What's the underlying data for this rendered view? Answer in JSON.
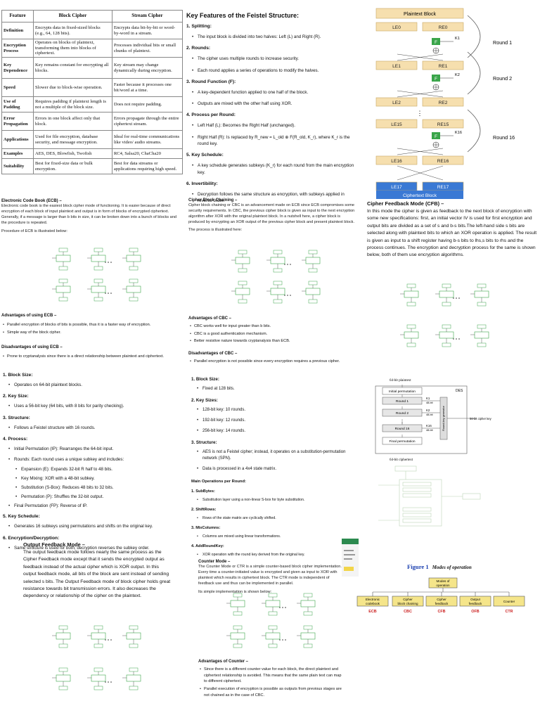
{
  "table": {
    "headers": [
      "Feature",
      "Block Cipher",
      "Stream Cipher"
    ],
    "rows": [
      [
        "Definition",
        "Encrypts data in fixed-sized blocks (e.g., 64, 128 bits).",
        "Encrypts data bit-by-bit or word-by-word in a stream."
      ],
      [
        "Encryption Process",
        "Operates on blocks of plaintext, transforming them into blocks of ciphertext.",
        "Processes individual bits or small chunks of plaintext."
      ],
      [
        "Key Dependence",
        "Key remains constant for encrypting all blocks.",
        "Key stream may change dynamically during encryption."
      ],
      [
        "Speed",
        "Slower due to block-wise operation.",
        "Faster because it processes one bit/word at a time."
      ],
      [
        "Use of Padding",
        "Requires padding if plaintext length is not a multiple of the block size.",
        "Does not require padding."
      ],
      [
        "Error Propagation",
        "Errors in one block affect only that block.",
        "Errors propagate through the entire ciphertext stream."
      ],
      [
        "Applications",
        "Used for file encryption, database security, and message encryption.",
        "Ideal for real-time communications like video/ audio streams."
      ],
      [
        "Examples",
        "AES, DES, Blowfish, Twofish",
        "RC4, Salsa20, ChaCha20"
      ],
      [
        "Suitability",
        "Best for fixed-size data or bulk encryption.",
        "Best for data streams or applications requiring high speed."
      ]
    ]
  },
  "feistel": {
    "title": "Key Features of the Feistel Structure:",
    "items": [
      {
        "label": "1.  Splitting:",
        "bullets": [
          "The input block is divided into two halves: Left (L) and Right (R)."
        ]
      },
      {
        "label": "2.  Rounds:",
        "bullets": [
          "The cipher uses multiple rounds to increase security.",
          "Each round applies a series of operations to modify the halves."
        ]
      },
      {
        "label": "3.  Round Function (F):",
        "bullets": [
          "A key-dependent function applied to one half of the block.",
          "Outputs are mixed with the other half using XOR."
        ]
      },
      {
        "label": "4.  Process per Round:",
        "bullets": [
          "Left Half (L): Becomes the Right Half (unchanged).",
          "Right Half (R): Is replaced by R_new = L_old ⊕ F(R_old, K_r), where K_r is the round key."
        ]
      },
      {
        "label": "5.  Key Schedule:",
        "bullets": [
          "A key schedule generates subkeys (K_r) for each round from the main encryption key."
        ]
      },
      {
        "label": "6.  Invertibility:",
        "bullets": [
          "Decryption follows the same structure as encryption, with subkeys applied in reverse order."
        ]
      }
    ]
  },
  "feistel_diagram": {
    "top": "Plaintext Block",
    "bottom": "Ciphertext Block",
    "f": "F",
    "rows": [
      [
        "LE0",
        "RE0"
      ],
      [
        "LE1",
        "RE1"
      ],
      [
        "LE2",
        "RE2"
      ],
      [
        "LE15",
        "RE15"
      ],
      [
        "LE16",
        "RE16"
      ],
      [
        "LE17",
        "RE17"
      ]
    ],
    "keys": [
      "K1",
      "K2",
      "K16"
    ],
    "rounds": [
      "Round 1",
      "Round 2",
      "Round 16"
    ],
    "dots": "⋮"
  },
  "ecb": {
    "title": "Electronic Code Book (ECB) –",
    "text": "Electronic code book is the easiest block cipher mode of functioning. It is easier because of direct encryption of each block of input plaintext and output is in form of blocks of encrypted ciphertext. Generally, if a message is larger than b bits in size, it can be broken down into a bunch of blocks and the procedure is repeated.",
    "procedure": "Procedure of ECB is illustrated below:",
    "adv_title": "Advantages of using ECB –",
    "adv": [
      "Parallel encryption of blocks of bits is possible, thus it is a faster way of encryption.",
      "Simple way of the block cipher."
    ],
    "dis_title": "Disadvantages of using ECB –",
    "dis": [
      "Prone to cryptanalysis since there is a direct relationship between plaintext and ciphertext."
    ]
  },
  "des": {
    "items": [
      {
        "label": "1.  Block Size:",
        "bullets": [
          "Operates on 64-bit plaintext blocks."
        ]
      },
      {
        "label": "2.  Key Size:",
        "bullets": [
          "Uses a 56-bit key (64 bits, with 8 bits for parity checking)."
        ]
      },
      {
        "label": "3.  Structure:",
        "bullets": [
          "Follows a Feistel structure with 16 rounds."
        ]
      },
      {
        "label": "4.  Process:",
        "bullets": [
          "Initial Permutation (IP): Rearranges the 64-bit input.",
          "Rounds: Each round uses a unique subkey and includes:"
        ],
        "sub": [
          "Expansion (E): Expands 32-bit R half to 48 bits.",
          "Key Mixing: XOR with a 48-bit subkey.",
          "Substitution (S-Box): Reduces 48 bits to 32 bits.",
          "Permutation (P): Shuffles the 32-bit output."
        ],
        "after": [
          "Final Permutation (FP): Reverse of IP."
        ]
      },
      {
        "label": "5.  Key Schedule:",
        "bullets": [
          "Generates 16 subkeys using permutations and shifts on the original key."
        ]
      },
      {
        "label": "6.  Encryption/Decryption:",
        "bullets": [
          "Same structure is used for both; decryption reverses the subkey order."
        ]
      }
    ]
  },
  "ofb": {
    "title": "Output Feedback Mode –",
    "text": "The output feedback mode follows nearly the same process as the Cipher Feedback mode except that it sends the encrypted output as feedback instead of the actual cipher which is XOR output. In this output feedback mode, all bits of the block are sent instead of sending selected s bits. The Output Feedback mode of block cipher holds great resistance towards bit transmission errors. It also decreases the dependency or relationship of the cipher on the plaintext."
  },
  "cbc": {
    "title": "Cipher Block Chaining –",
    "text": "Cipher block chaining or CBC is an advancement made on ECB since ECB compromises some security requirements. In CBC, the previous cipher block is given as input to the next encryption algorithm after XOR with the original plaintext block. In a nutshell here, a cipher block is produced by encrypting an XOR output of the previous cipher block and present plaintext block.",
    "procedure": "The process is illustrated here:",
    "adv_title": "Advantages of CBC –",
    "adv": [
      "CBC works well for input greater than b bits.",
      "CBC is a good authentication mechanism.",
      "Better resistive nature towards cryptanalysis than ECB."
    ],
    "dis_title": "Disadvantages of CBC –",
    "dis": [
      "Parallel encryption is not possible since every encryption requires a previous cipher."
    ]
  },
  "aes": {
    "items": [
      {
        "label": "1.  Block Size:",
        "bullets": [
          "Fixed at 128 bits."
        ]
      },
      {
        "label": "2.  Key Sizes:",
        "bullets": [
          "128-bit key: 10 rounds.",
          "192-bit key: 12 rounds.",
          "256-bit key: 14 rounds."
        ]
      },
      {
        "label": "3.  Structure:",
        "bullets": [
          "AES is not a Feistel cipher; instead, it operates on a substitution-permutation network (SPN).",
          "Data is processed in a 4x4 state matrix."
        ]
      }
    ],
    "ops_title": "Main Operations per Round:",
    "ops": [
      {
        "label": "1.  SubBytes:",
        "bullet": "Substitution layer using a non-linear S-box for byte substitution."
      },
      {
        "label": "2.  ShiftRows:",
        "bullet": "Rows of the state matrix are cyclically shifted."
      },
      {
        "label": "3.  MixColumns:",
        "bullet": "Columns are mixed using linear transformations."
      },
      {
        "label": "4.  AddRoundKey:",
        "bullet": "XOR operation with the round key derived from the original key."
      }
    ]
  },
  "ctr": {
    "title": "Counter Mode –",
    "text": "The Counter Mode or CTR is a simple counter-based block cipher implementation. Every time a counter-initiated value is encrypted and given as input to XOR with plaintext which results in ciphertext block. The CTR mode is independent of feedback use and thus can be implemented in parallel.",
    "procedure": "Its simple implementation is shown below:",
    "adv_title": "Advantages of Counter –",
    "adv": [
      "Since there is a different counter value for each block, the direct plaintext and ciphertext relationship is avoided. This means that the same plain text can map to different ciphertext.",
      "Parallel execution of encryption is possible as outputs from previous stages are not chained as in the case of CBC."
    ]
  },
  "cfb": {
    "title": "Cipher Feedback Mode (CFB) –",
    "text": "In this mode the cipher is given as feedback to the next block of encryption with some new specifications: first, an initial vector IV is used for first encryption and output bits are divided as a set of s and b-s bits.The left-hand side s bits are selected along with plaintext bits to which an XOR operation is applied. The result is given as input to a shift register having b-s bits to lhs,s bits to rhs and the process continues. The encryption and decryption process for the same is shown below, both of them use encryption algorithms."
  },
  "des_diagram": {
    "input": "64-bit plaintext",
    "label": "DES",
    "blocks": [
      "Initial permutation",
      "Round 1",
      "Round 2",
      "Round 16",
      "Final permutation"
    ],
    "keys": [
      "K1",
      "K2",
      "K16"
    ],
    "bits": "48-bit",
    "side": "Round-key generator",
    "cipher_key": "56-bit cipher key",
    "output": "64-bit ciphertext",
    "dots": "⋮"
  },
  "modes_figure": {
    "caption_num": "Figure 1",
    "caption_text": "Modes of operation",
    "root": "Modes of operation",
    "children": [
      {
        "name": "Electronic codebook",
        "abbr": "ECB"
      },
      {
        "name": "Cipher block chaining",
        "abbr": "CBC"
      },
      {
        "name": "Cipher feedback",
        "abbr": "CFB"
      },
      {
        "name": "Output feedback",
        "abbr": "OFB"
      },
      {
        "name": "Counter",
        "abbr": "CTR"
      }
    ]
  },
  "colors": {
    "feistel_box": "#f6dfae",
    "feistel_dark": "#3a79d4",
    "f_green": "#3aa54a",
    "mode_red": "#cc2222",
    "mode_box": "#f5e58a",
    "figure_blue": "#1a3fb0"
  }
}
